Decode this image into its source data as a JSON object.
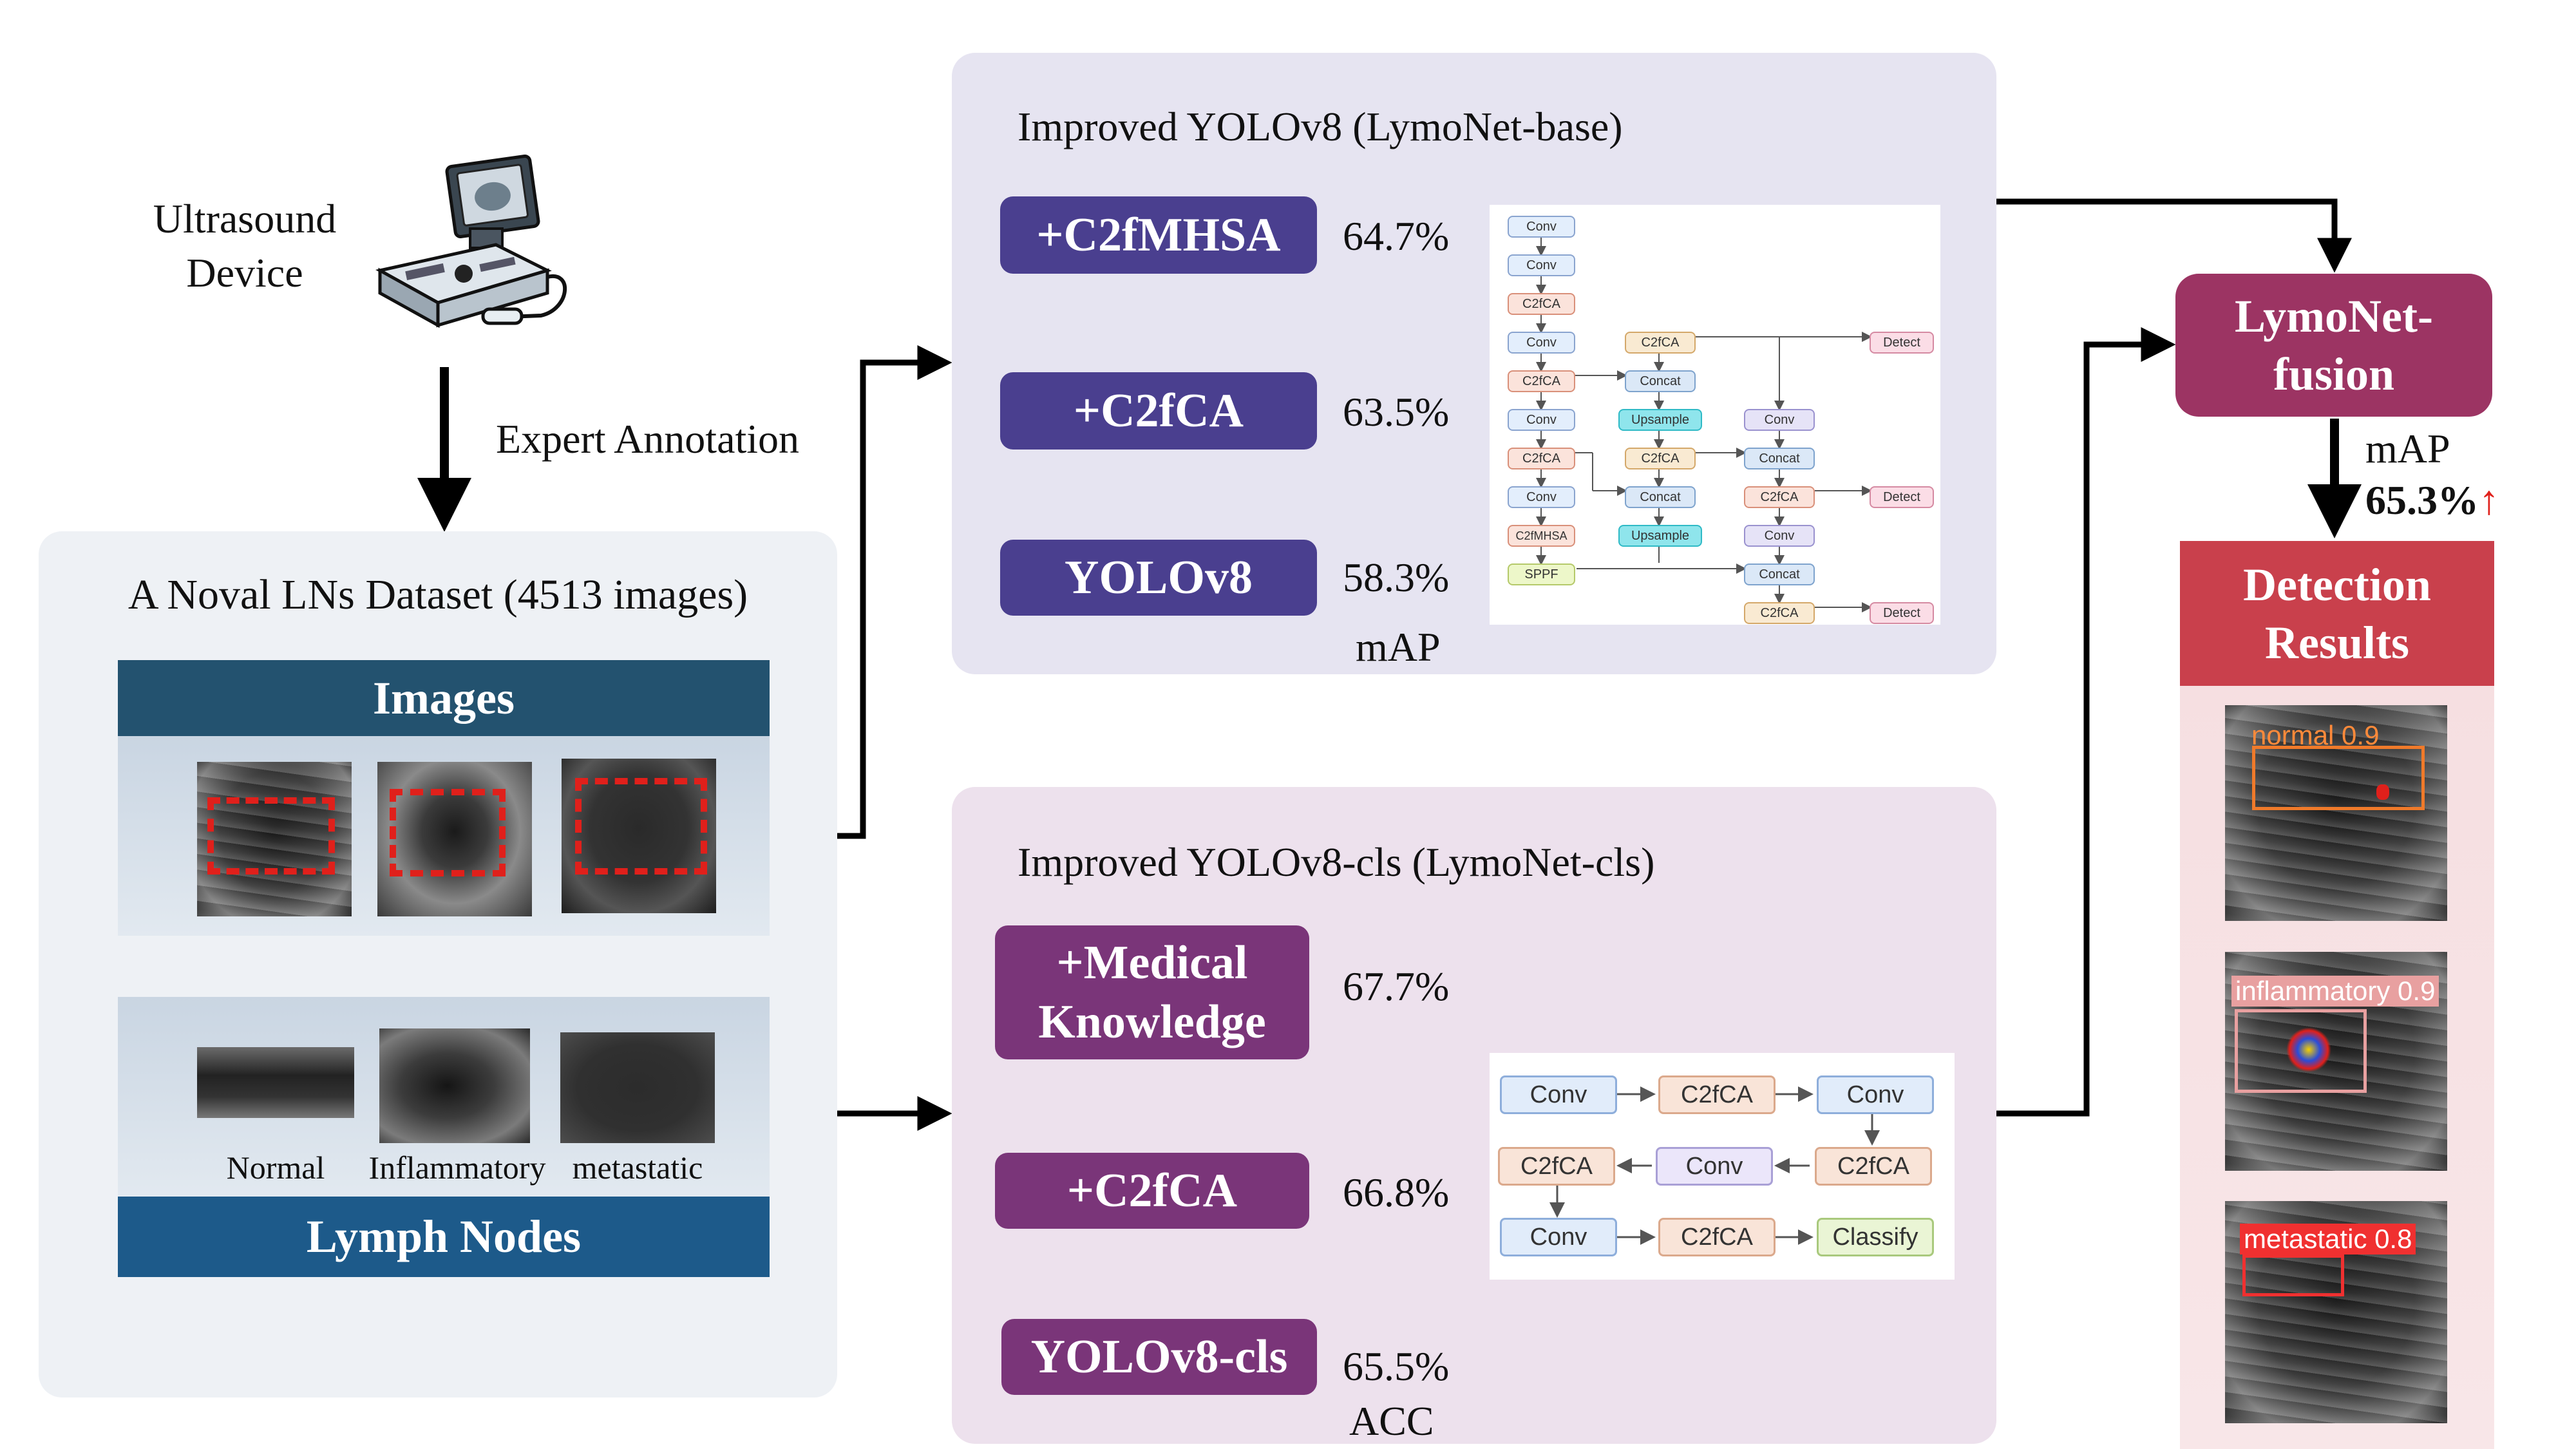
{
  "device": {
    "label_line1": "Ultrasound",
    "label_line2": "Device",
    "annotation": "Expert Annotation"
  },
  "dataset": {
    "title": "A Noval LNs Dataset (4513 images)",
    "images_header": "Images",
    "lymph_header": "Lymph Nodes",
    "classes": [
      "Normal",
      "Inflammatory",
      "metastatic"
    ]
  },
  "base": {
    "title": "Improved YOLOv8 (LymoNet-base)",
    "steps": [
      {
        "label": "+C2fMHSA",
        "value": "64.7%"
      },
      {
        "label": "+C2fCA",
        "value": "63.5%"
      },
      {
        "label": "YOLOv8",
        "value": "58.3%"
      }
    ],
    "metric": "mAP",
    "arch": {
      "left": [
        "Conv",
        "Conv",
        "C2fCA",
        "Conv",
        "C2fCA",
        "Conv",
        "C2fCA",
        "Conv",
        "C2fMHSA",
        "SPPF"
      ],
      "mid": [
        "C2fCA",
        "Concat",
        "Upsample",
        "C2fCA",
        "Concat",
        "Upsample"
      ],
      "right": [
        "Conv",
        "Concat",
        "C2fCA",
        "Conv",
        "Concat",
        "C2fCA"
      ],
      "detect": [
        "Detect",
        "Detect",
        "Detect"
      ]
    }
  },
  "cls": {
    "title": "Improved YOLOv8-cls (LymoNet-cls)",
    "steps": [
      {
        "label_line1": "+Medical",
        "label_line2": "Knowledge",
        "value": "67.7%"
      },
      {
        "label": "+C2fCA",
        "value": "66.8%"
      },
      {
        "label": "YOLOv8-cls",
        "value": "65.5%"
      }
    ],
    "metric": "ACC",
    "arch": {
      "row1": [
        "Conv",
        "C2fCA",
        "Conv"
      ],
      "row2": [
        "C2fCA",
        "Conv",
        "C2fCA"
      ],
      "row3": [
        "Conv",
        "C2fCA",
        "Classify"
      ]
    }
  },
  "fusion": {
    "label_line1": "LymoNet-",
    "label_line2": "fusion",
    "metric": "mAP",
    "value": "65.3%",
    "arrow": "↑"
  },
  "results": {
    "header_line1": "Detection",
    "header_line2": "Results",
    "detections": [
      "normal 0.9",
      "inflammatory 0.9",
      "metastatic 0.8"
    ]
  },
  "colors": {
    "base_btn": "#4a3f8f",
    "cls_btn": "#7a3579",
    "fusion": "#9c3463",
    "results_header": "#c9404c",
    "images_header": "#23526f",
    "lymph_header": "#1d5a8a",
    "det_normal": "#f07a2a",
    "det_inflammatory": "#e8a0a0",
    "det_metastatic": "#f03030"
  }
}
